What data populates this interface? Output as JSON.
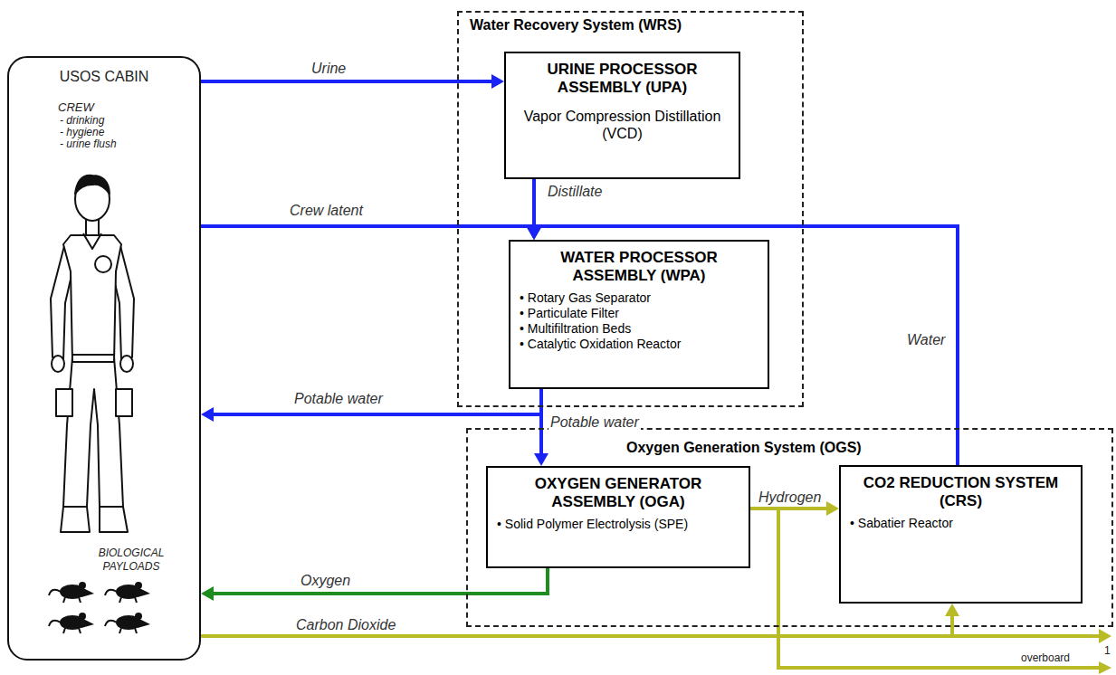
{
  "diagram": {
    "nodes": [
      {
        "text": [
          "USOS CABIN",
          "CREW",
          "- drinking",
          "- hygiene",
          "- urine flush",
          "BIOLOGICAL PAYLOADS"
        ]
      },
      {
        "text": [
          "Water Recovery System (WRS)"
        ]
      },
      {
        "text": [
          "URINE PROCESSOR ASSEMBLY (UPA)",
          "Vapor Compression Distillation (VCD)"
        ],
        "in": 1
      },
      {
        "text": [
          "WATER PROCESSOR ASSEMBLY (WPA)",
          "• Rotary Gas Separator",
          "• Particulate Filter",
          "• Multifiltration Beds",
          "• Catalytic Oxidation Reactor"
        ],
        "in": 1
      },
      {
        "text": [
          "Oxygen Generation System (OGS)"
        ]
      },
      {
        "text": [
          "OXYGEN GENERATOR ASSEMBLY (OGA)",
          "• Solid Polymer Electrolysis (SPE)"
        ],
        "in": 4
      },
      {
        "text": [
          "CO2 REDUCTION SYSTEM (CRS)",
          "• Sabatier Reactor"
        ],
        "in": 4
      }
    ],
    "edges": [
      {
        "from": 0,
        "to": 2,
        "label": "Urine",
        "arrow": "to"
      },
      {
        "from": 2,
        "to": 3,
        "label": "Distillate",
        "arrow": "to"
      },
      {
        "from": 0,
        "to": 3,
        "label": "Crew latent",
        "arrow": "to"
      },
      {
        "from": 6,
        "to": 3,
        "label": "Water",
        "arrow": "to"
      },
      {
        "from": 3,
        "to": 0,
        "label": "Potable water",
        "arrow": "to"
      },
      {
        "from": 3,
        "to": 5,
        "label": "Potable water",
        "arrow": "to"
      },
      {
        "from": 5,
        "to": 0,
        "label": "Oxygen",
        "arrow": "to"
      },
      {
        "from": 5,
        "to": 6,
        "label": "Hydrogen",
        "arrow": "to"
      },
      {
        "from": 0,
        "to": 6,
        "label": "Carbon Dioxide",
        "arrow": "to"
      }
    ],
    "labels": [
      "overboard",
      "1"
    ]
  }
}
